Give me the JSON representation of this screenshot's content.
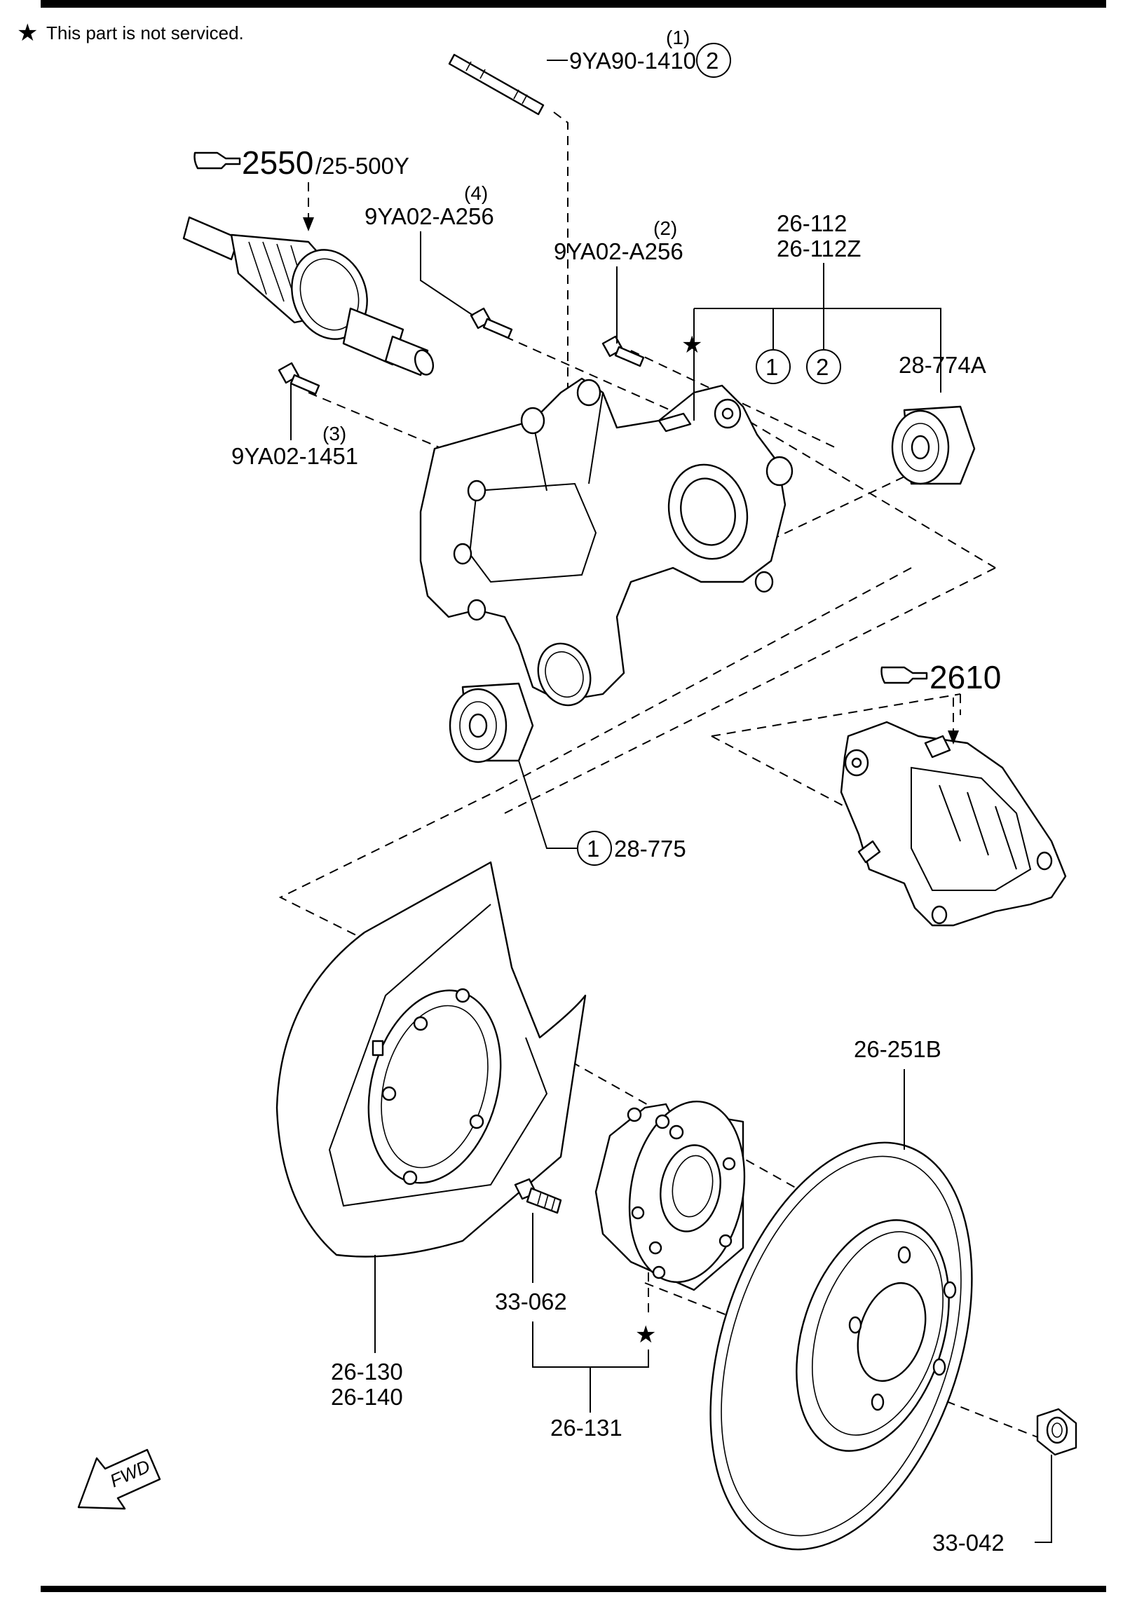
{
  "note": {
    "star": "★",
    "text": "This part is not serviced."
  },
  "refs": {
    "driveshaft_ref": {
      "main": "2550",
      "suffix": "/25-500Y"
    },
    "caliper_ref": "2610"
  },
  "callouts": {
    "stud_9ya90_1410": {
      "qty": "(1)",
      "part": "9YA90-1410",
      "circle": "2"
    },
    "bolt_9ya02_a256_4": {
      "qty": "(4)",
      "part": "9YA02-A256"
    },
    "bolt_9ya02_a256_2": {
      "qty": "(2)",
      "part": "9YA02-A256"
    },
    "knuckle_26_112": {
      "line1": "26-112",
      "line2": "26-112Z",
      "star": "★",
      "circle1": "1",
      "circle2": "2"
    },
    "bushing_28_774a": "28-774A",
    "bolt_9ya02_1451": {
      "qty": "(3)",
      "part": "9YA02-1451"
    },
    "bushing_28_775": {
      "circle": "1",
      "part": "28-775"
    },
    "dust_shield": {
      "line1": "26-130",
      "line2": "26-140"
    },
    "hub_bolt_33_062": "33-062",
    "hub_assy_26_131": {
      "part": "26-131",
      "star": "★"
    },
    "rotor_26_251b": "26-251B",
    "nut_33_042": "33-042"
  },
  "fwd_label": "FWD",
  "icons": {
    "reference": "pointing-hand-icon",
    "not_serviced": "star-icon",
    "direction": "forward-arrow-icon"
  }
}
